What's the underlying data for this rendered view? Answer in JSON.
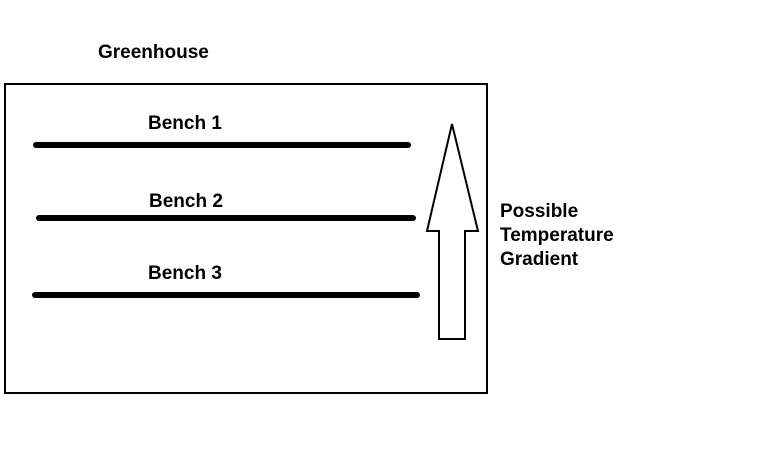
{
  "diagram": {
    "title": "Greenhouse",
    "benches": [
      {
        "label": "Bench 1"
      },
      {
        "label": "Bench 2"
      },
      {
        "label": "Bench 3"
      }
    ],
    "gradient": {
      "lines": [
        "Possible",
        "Temperature",
        "Gradient"
      ]
    },
    "colors": {
      "stroke": "#000000",
      "background": "#ffffff"
    }
  }
}
